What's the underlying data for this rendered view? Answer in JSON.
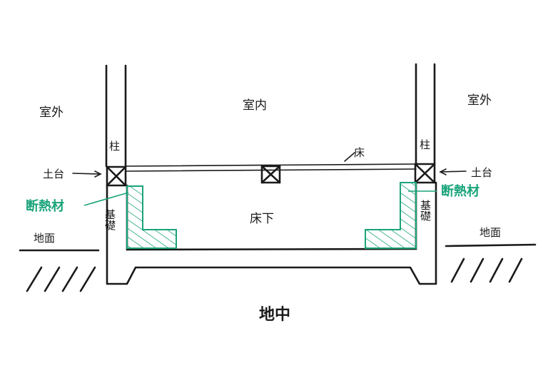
{
  "labels": {
    "outdoor_left": "室外",
    "indoor": "室内",
    "outdoor_right": "室外",
    "post_left": "柱",
    "post_right": "柱",
    "floor": "床",
    "sill_left": "土台",
    "sill_right": "土台",
    "insulation_left": "断熱材",
    "insulation_right": "断熱材",
    "foundation_left": "基礎",
    "foundation_right": "基礎",
    "underfloor": "床下",
    "ground_surface_left": "地面",
    "ground_surface_right": "地面",
    "underground": "地中"
  },
  "colors": {
    "ink": "#1a1a1a",
    "insulation": "#1aa37a",
    "background": "#ffffff"
  }
}
